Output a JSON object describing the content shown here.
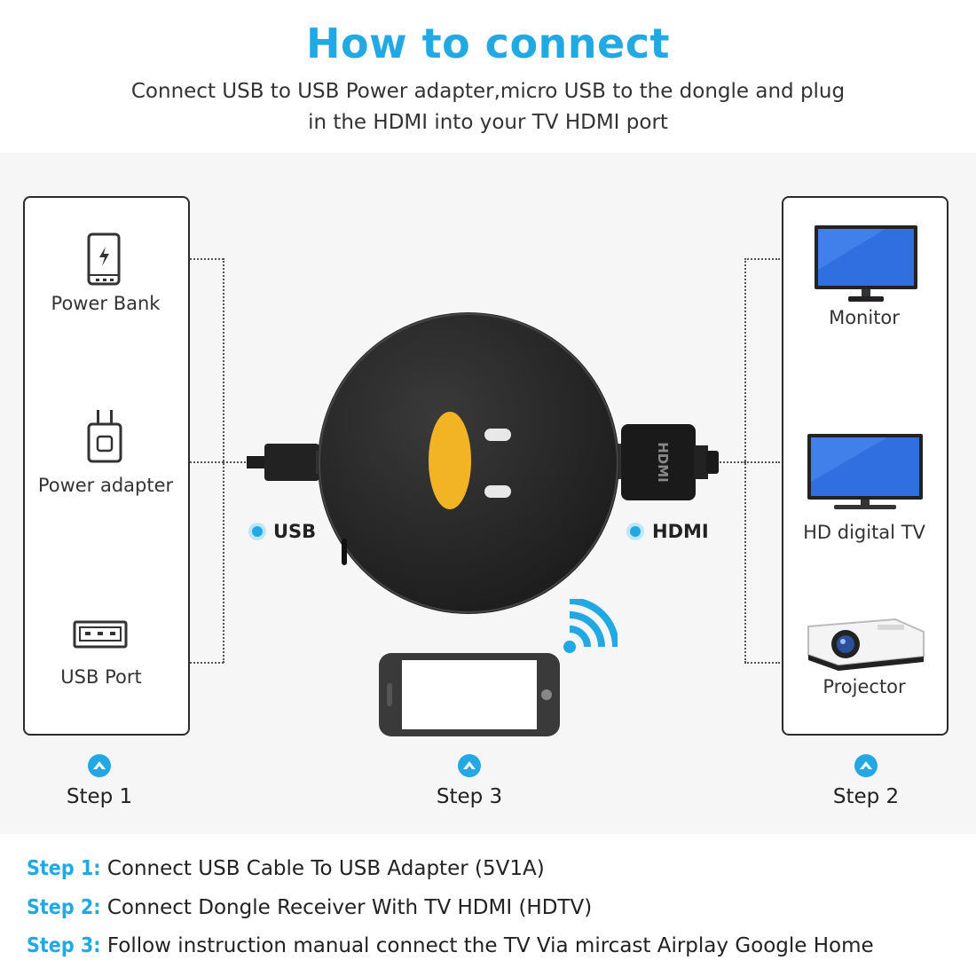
{
  "header": {
    "title": "How to connect",
    "subtitle_line1": "Connect USB to USB Power adapter,micro USB to the dongle and plug",
    "subtitle_line2": "in the HDMI into your TV HDMI port"
  },
  "left_group": {
    "items": [
      {
        "label": "Power Bank",
        "icon": "power-bank-icon"
      },
      {
        "label": "Power adapter",
        "icon": "wall-charger-icon"
      },
      {
        "label": "USB Port",
        "icon": "usb-port-icon"
      }
    ],
    "step": "Step 1"
  },
  "right_group": {
    "items": [
      {
        "label": "Monitor",
        "icon": "monitor-icon"
      },
      {
        "label": "HD digital TV",
        "icon": "tv-icon"
      },
      {
        "label": "Projector",
        "icon": "projector-icon"
      }
    ],
    "step": "Step 2"
  },
  "center": {
    "usb_label": "USB",
    "hdmi_label": "HDMI",
    "step": "Step 3"
  },
  "instructions": [
    {
      "key": "Step 1:",
      "text": "Connect USB Cable To USB Adapter (5V1A)"
    },
    {
      "key": "Step 2:",
      "text": "Connect Dongle Receiver With TV HDMI (HDTV)"
    },
    {
      "key": "Step 3:",
      "text": "Follow instruction manual connect the TV Via mircast Airplay Google Home"
    }
  ],
  "colors": {
    "accent": "#22a9e3",
    "dongle": "#2a2a2a",
    "dongle_button": "#f2b324",
    "screen_blue": "#2f6fe0"
  }
}
